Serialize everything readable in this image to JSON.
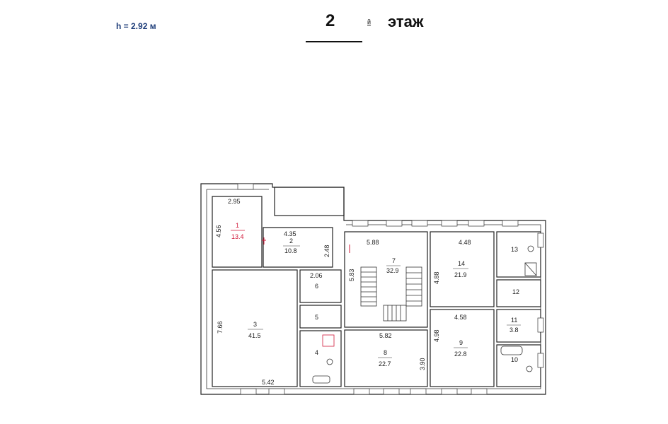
{
  "header": {
    "height": "h = 2.92 м",
    "floor_number": "2",
    "floor_suffix": "й",
    "floor_word": "этаж"
  },
  "rooms": [
    {
      "number": "1",
      "area": "13.4"
    },
    {
      "number": "2",
      "area": "10.8"
    },
    {
      "number": "3",
      "area": "41.5"
    },
    {
      "number": "4",
      "area": ""
    },
    {
      "number": "5",
      "area": ""
    },
    {
      "number": "6",
      "area": ""
    },
    {
      "number": "7",
      "area": "32.9"
    },
    {
      "number": "8",
      "area": "22.7"
    },
    {
      "number": "9",
      "area": "22.8"
    },
    {
      "number": "10",
      "area": ""
    },
    {
      "number": "11",
      "area": "3.8"
    },
    {
      "number": "12",
      "area": ""
    },
    {
      "number": "13",
      "area": ""
    },
    {
      "number": "14",
      "area": "21.9"
    }
  ],
  "dimensions": {
    "d_2_95": "2.95",
    "d_4_56": "4.56",
    "d_4_35": "4.35",
    "d_2_48": "2.48",
    "d_5_88": "5.88",
    "d_5_83": "5.83",
    "d_2_06": "2.06",
    "d_7_66": "7.66",
    "d_5_42": "5.42",
    "d_5_82": "5.82",
    "d_3_90": "3.90",
    "d_4_48": "4.48",
    "d_4_88": "4.88",
    "d_4_58": "4.58",
    "d_4_98": "4.98"
  },
  "colors": {
    "wall": "#222222",
    "accent_red": "#d11a3a",
    "header_blue": "#1f3e7a"
  }
}
